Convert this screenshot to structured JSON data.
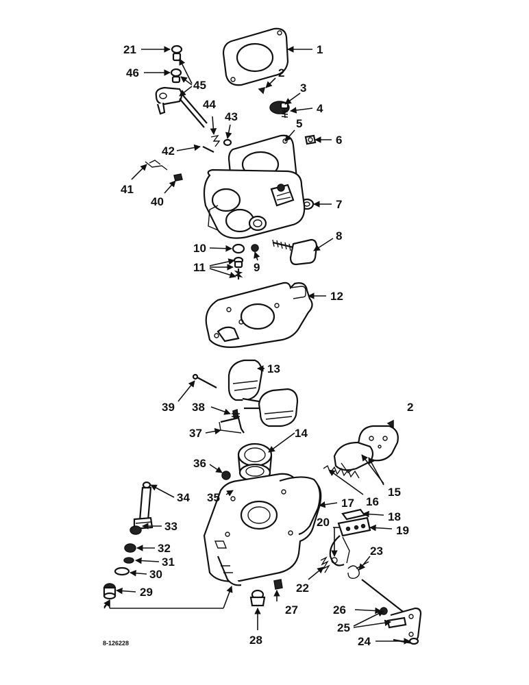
{
  "callouts": [
    {
      "id": "c1",
      "label": "1"
    },
    {
      "id": "c2a",
      "label": "2"
    },
    {
      "id": "c3",
      "label": "3"
    },
    {
      "id": "c4",
      "label": "4"
    },
    {
      "id": "c5",
      "label": "5"
    },
    {
      "id": "c6",
      "label": "6"
    },
    {
      "id": "c7",
      "label": "7"
    },
    {
      "id": "c8",
      "label": "8"
    },
    {
      "id": "c9",
      "label": "9"
    },
    {
      "id": "c10",
      "label": "10"
    },
    {
      "id": "c11",
      "label": "11"
    },
    {
      "id": "c12",
      "label": "12"
    },
    {
      "id": "c13",
      "label": "13"
    },
    {
      "id": "c14",
      "label": "14"
    },
    {
      "id": "c15",
      "label": "15"
    },
    {
      "id": "c16",
      "label": "16"
    },
    {
      "id": "c17",
      "label": "17"
    },
    {
      "id": "c18",
      "label": "18"
    },
    {
      "id": "c19",
      "label": "19"
    },
    {
      "id": "c20",
      "label": "20"
    },
    {
      "id": "c21",
      "label": "21"
    },
    {
      "id": "c22",
      "label": "22"
    },
    {
      "id": "c23",
      "label": "23"
    },
    {
      "id": "c24",
      "label": "24"
    },
    {
      "id": "c25",
      "label": "25"
    },
    {
      "id": "c26",
      "label": "26"
    },
    {
      "id": "c27",
      "label": "27"
    },
    {
      "id": "c28",
      "label": "28"
    },
    {
      "id": "c29",
      "label": "29"
    },
    {
      "id": "c30",
      "label": "30"
    },
    {
      "id": "c31",
      "label": "31"
    },
    {
      "id": "c32",
      "label": "32"
    },
    {
      "id": "c33",
      "label": "33"
    },
    {
      "id": "c34",
      "label": "34"
    },
    {
      "id": "c35",
      "label": "35"
    },
    {
      "id": "c36",
      "label": "36"
    },
    {
      "id": "c37",
      "label": "37"
    },
    {
      "id": "c38",
      "label": "38"
    },
    {
      "id": "c39",
      "label": "39"
    },
    {
      "id": "c40",
      "label": "40"
    },
    {
      "id": "c41",
      "label": "41"
    },
    {
      "id": "c42",
      "label": "42"
    },
    {
      "id": "c43",
      "label": "43"
    },
    {
      "id": "c44",
      "label": "44"
    },
    {
      "id": "c45",
      "label": "45"
    },
    {
      "id": "c46",
      "label": "46"
    },
    {
      "id": "c2b",
      "label": "2"
    }
  ],
  "drawing_code": "8-126228"
}
